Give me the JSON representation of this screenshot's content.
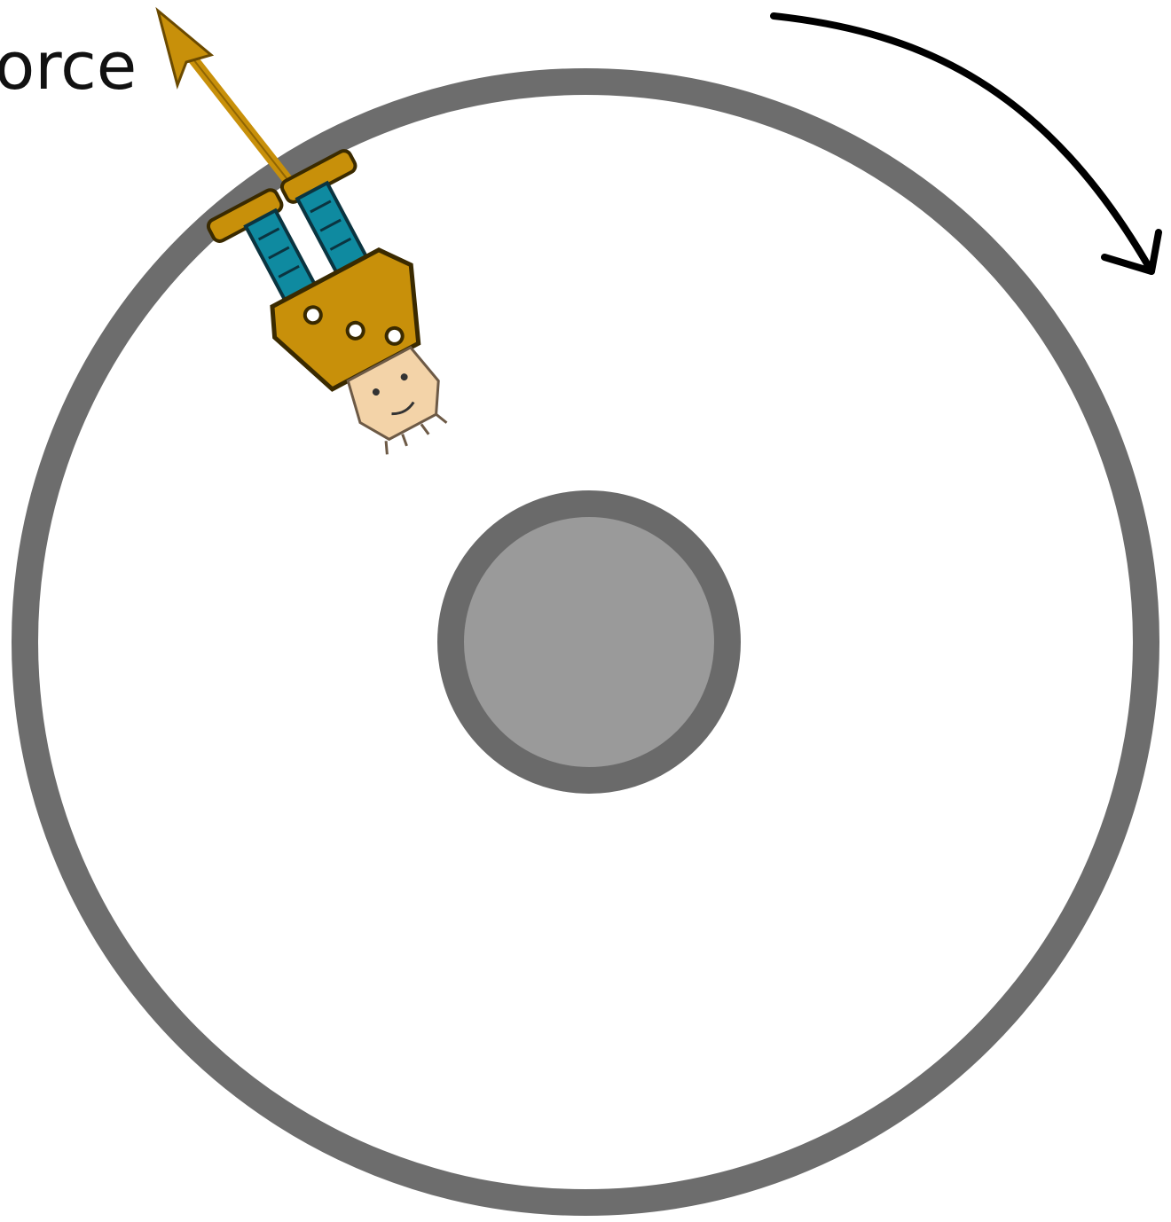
{
  "diagram": {
    "labels": {
      "force": "orce"
    },
    "colors": {
      "background": "#ffffff",
      "ring_outer": "#6d6d6d",
      "hub_ring": "#6a6a6a",
      "hub_fill": "#9a9a9a",
      "force_arrow": "#c8900a",
      "rotation_arrow": "#000000",
      "armor": "#c8900a",
      "legs": "#0f8aa0",
      "skin": "#f3d3a8"
    },
    "icons": {
      "rotation": "clockwise-arrow",
      "figure": "astronaut-figure-upside-down"
    }
  }
}
